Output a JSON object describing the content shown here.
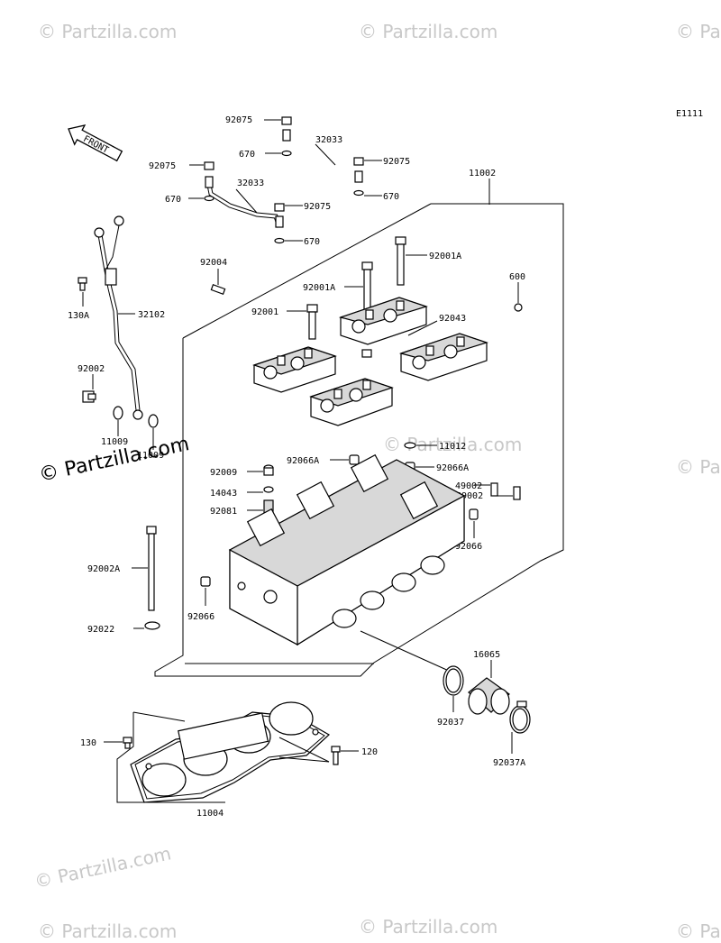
{
  "diagram_code": "E1111",
  "front_label": "FRONT",
  "watermark": "© Partzilla.com",
  "labels": {
    "p92075_a": "92075",
    "p670_a": "670",
    "p32033_a": "32033",
    "p92075_b": "92075",
    "p670_b": "670",
    "p92075_c": "92075",
    "p670_c": "670",
    "p32033_b": "32033",
    "p92075_d": "92075",
    "p670_d": "670",
    "p11002": "11002",
    "p92004": "92004",
    "p92001A_a": "92001A",
    "p92001A_b": "92001A",
    "p600": "600",
    "p130A": "130A",
    "p32102": "32102",
    "p92001": "92001",
    "p92043": "92043",
    "p92002": "92002",
    "p11009_a": "11009",
    "p11009_b": "11009",
    "p11012": "11012",
    "p92066A_a": "92066A",
    "p92066A_b": "92066A",
    "p92009": "92009",
    "p14043": "14043",
    "p49002_a": "49002",
    "p49002_b": "49002",
    "p92081": "92081",
    "p92066_a": "92066",
    "p92002A": "92002A",
    "p92066_b": "92066",
    "p92022": "92022",
    "p16065": "16065",
    "p92037": "92037",
    "p92037A": "92037A",
    "p130": "130",
    "p120": "120",
    "p11004": "11004"
  }
}
